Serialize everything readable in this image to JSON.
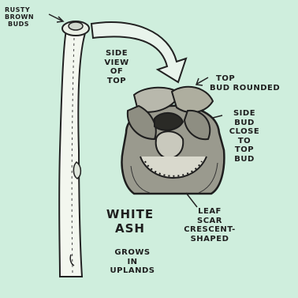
{
  "labels": {
    "rusty": [
      "RUSTY",
      "BROWN",
      "BUDS"
    ],
    "side_view": [
      "SIDE",
      "VIEW",
      "OF",
      "TOP"
    ],
    "top_bud": [
      "TOP",
      "BUD ROUNDED"
    ],
    "side_bud": [
      "SIDE",
      "BUD",
      "CLOSE",
      "TO",
      "TOP",
      "BUD"
    ],
    "white_ash": [
      "WHITE",
      "ASH"
    ],
    "leaf_scar": [
      "LEAF",
      "SCAR",
      "CRESCENT-",
      "SHAPED"
    ],
    "grows": [
      "GROWS",
      "IN",
      "UPLANDS"
    ]
  },
  "colors": {
    "background": "#cfeedd",
    "ink": "#1e1e1e",
    "bud": "#8a8a80"
  }
}
